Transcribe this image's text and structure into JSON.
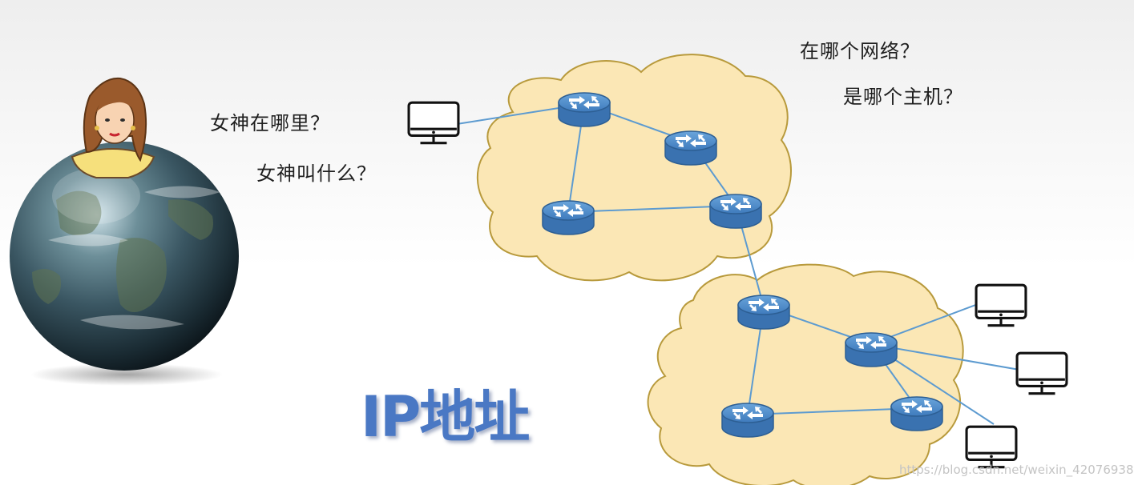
{
  "left_questions": {
    "where": "女神在哪里？",
    "name": "女神叫什么？"
  },
  "right_questions": {
    "network": "在哪个网络？",
    "host": "是哪个主机？"
  },
  "title": "IP地址",
  "watermark": "https://blog.csdn.net/weixin_42076938",
  "colors": {
    "cloud_fill": "#fbe7b5",
    "cloud_stroke": "#b89a3c",
    "router_fill": "#4a86c6",
    "link": "#5d9bd0",
    "title": "#4a78c4"
  }
}
